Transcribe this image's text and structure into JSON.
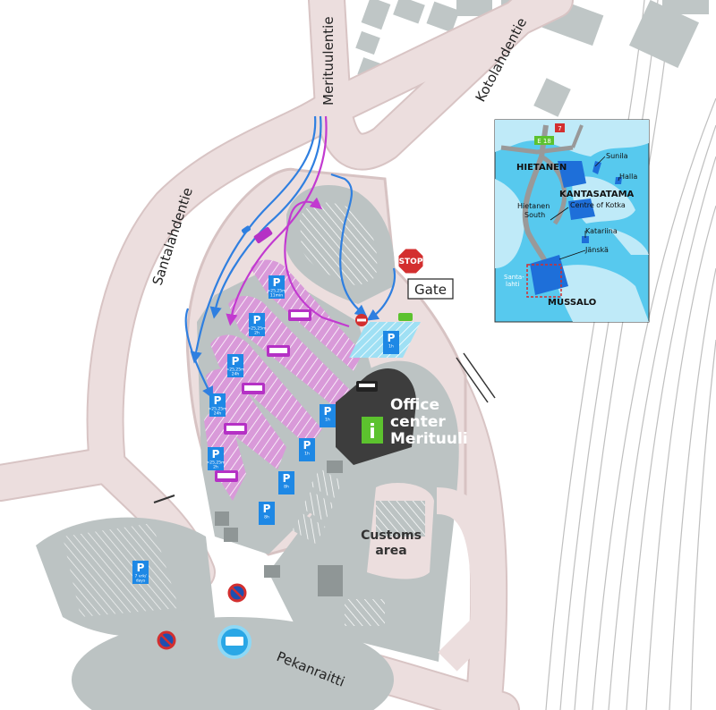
{
  "roads": {
    "meritullentie": "Merituulentie",
    "kotolahdentie": "Kotolahdentie",
    "santalahdentie": "Santalahdentie",
    "pekanraitti": "Pekanraitti"
  },
  "stop_sign": "STOP",
  "gate": "Gate",
  "office": {
    "line1": "Office",
    "line2": "center",
    "line3": "Merituuli",
    "info_letter": "i"
  },
  "customs": {
    "line1": "Customs",
    "line2": "area"
  },
  "parking": {
    "letter": "P",
    "signs": [
      {
        "sub1": ">25,25m",
        "sub2": "11min"
      },
      {
        "sub1": ">25,25m",
        "sub2": "2h"
      },
      {
        "sub1": ">25,25m",
        "sub2": "24h"
      },
      {
        "sub1": ">25,25m",
        "sub2": "24h"
      },
      {
        "sub1": ">25,25m",
        "sub2": "2h"
      },
      {
        "sub1": "1h",
        "sub2": ""
      },
      {
        "sub1": "1h",
        "sub2": ""
      },
      {
        "sub1": "1h",
        "sub2": ""
      },
      {
        "sub1": "8h",
        "sub2": ""
      },
      {
        "sub1": "8h",
        "sub2": ""
      },
      {
        "sub1": "7 vrk/",
        "sub2": "days"
      }
    ]
  },
  "inset": {
    "road_e18": "E 18",
    "road_7": "7",
    "hietanen": "HIETANEN",
    "sunila": "Sunila",
    "halla": "Halla",
    "kantasatama": "KANTASATAMA",
    "centre": "Centre of Kotka",
    "hietanen_south_1": "Hietanen",
    "hietanen_south_2": "South",
    "katariina": "Katariina",
    "janska": "Jänskä",
    "santalahti_1": "Santa-",
    "santalahti_2": "lahti",
    "mussalo": "MUSSALO"
  },
  "colors": {
    "road": "#ecdede",
    "road_edge": "#d7c3c3",
    "area": "#bcc3c3",
    "truck_parking": "#d99ad9",
    "blue_route": "#2f7fe0",
    "magenta_route": "#c23ad0",
    "p_sign": "#1e88e5",
    "info_green": "#5cc22e",
    "stop_red": "#d32f2f",
    "building": "#3d3d3d",
    "inset_water": "#bfeaf8",
    "inset_land": "#57c9ee"
  }
}
